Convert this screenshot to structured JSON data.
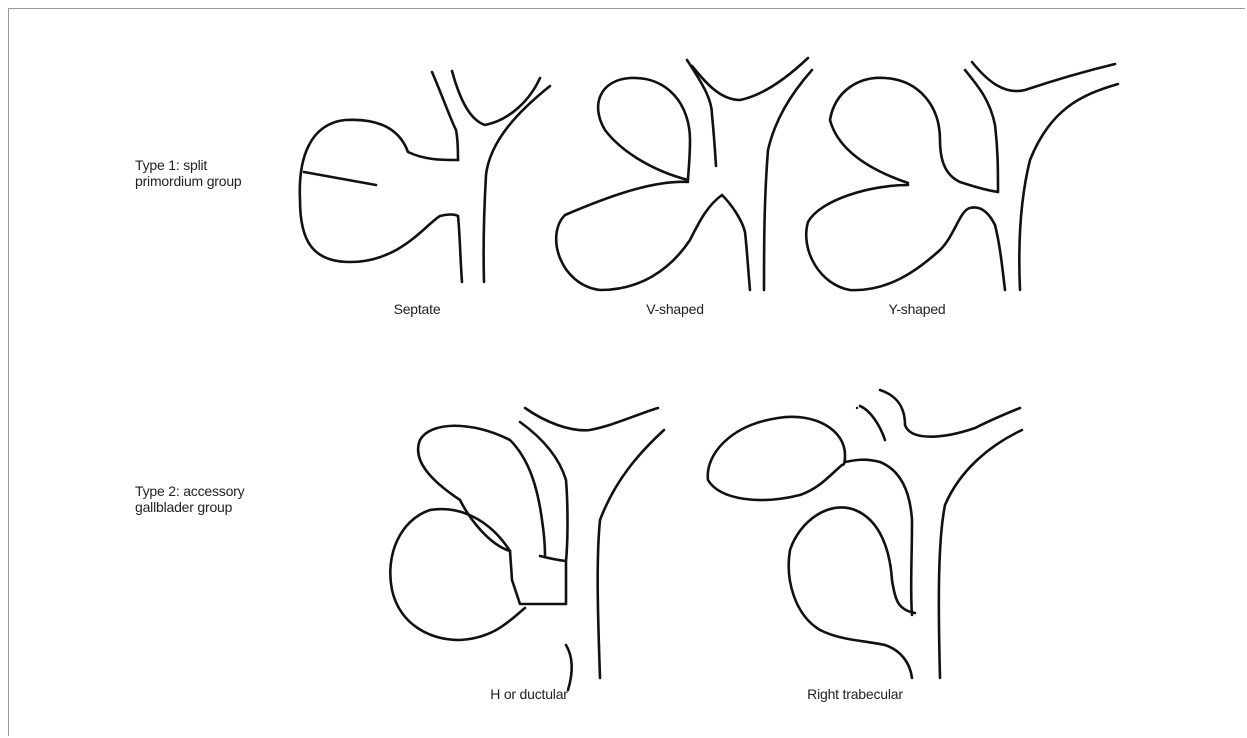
{
  "groups": [
    {
      "id": "type1",
      "label_line1": "Type 1: split",
      "label_line2": "primordium group"
    },
    {
      "id": "type2",
      "label_line1": "Type 2: accessory",
      "label_line2": "gallblader group"
    }
  ],
  "figures": [
    {
      "id": "septate",
      "caption": "Septate",
      "group": "type1"
    },
    {
      "id": "v-shaped",
      "caption": "V-shaped",
      "group": "type1"
    },
    {
      "id": "y-shaped",
      "caption": "Y-shaped",
      "group": "type1"
    },
    {
      "id": "h-ductular",
      "caption": "H or ductular",
      "group": "type2"
    },
    {
      "id": "right-trabecular",
      "caption": "Right trabecular",
      "group": "type2"
    }
  ]
}
